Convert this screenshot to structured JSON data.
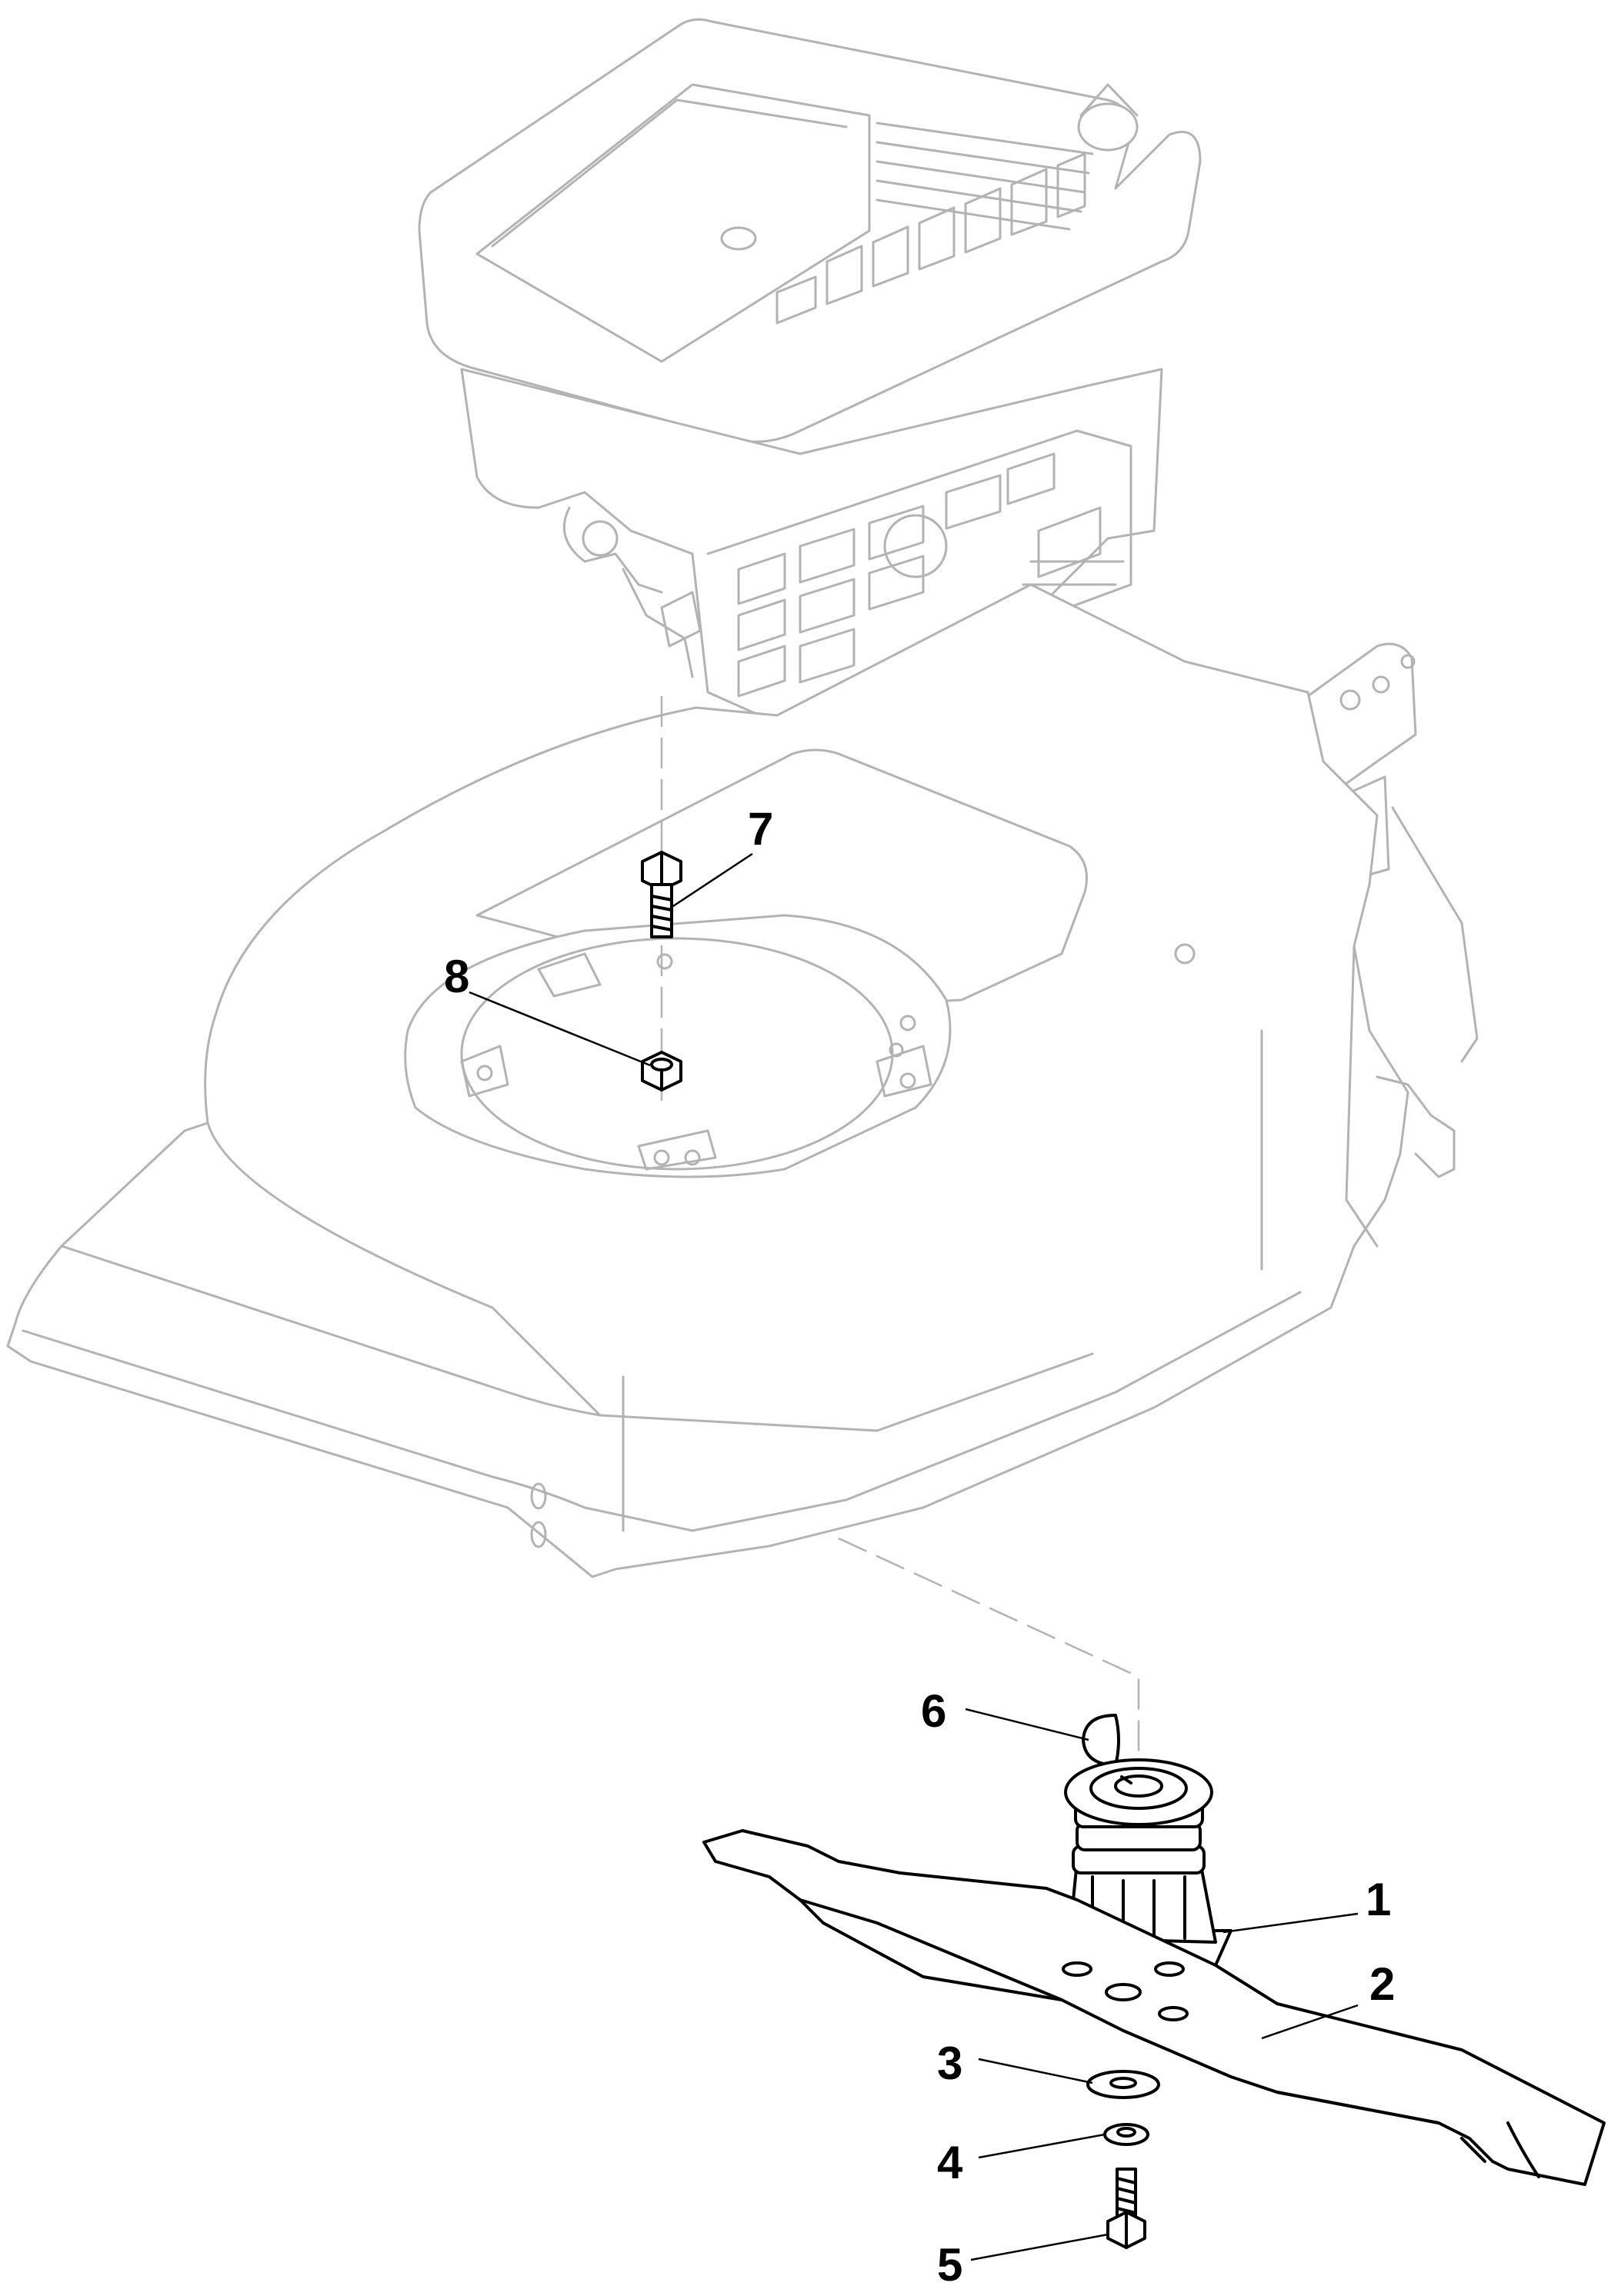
{
  "diagram": {
    "type": "exploded-parts-diagram",
    "callouts": [
      {
        "id": "1",
        "label": "1"
      },
      {
        "id": "2",
        "label": "2"
      },
      {
        "id": "3",
        "label": "3"
      },
      {
        "id": "4",
        "label": "4"
      },
      {
        "id": "5",
        "label": "5"
      },
      {
        "id": "6",
        "label": "6"
      },
      {
        "id": "7",
        "label": "7"
      },
      {
        "id": "8",
        "label": "8"
      }
    ],
    "colors": {
      "ghost_line": "#b3b3b3",
      "part_line": "#000000",
      "background": "#ffffff"
    }
  }
}
